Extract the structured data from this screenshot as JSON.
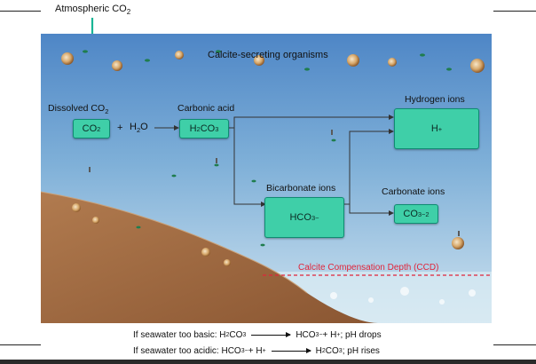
{
  "atmosphere": {
    "label": "Atmospheric CO",
    "sub": "2"
  },
  "organisms": {
    "label": "Calcite-secreting organisms"
  },
  "dissolved": {
    "label": "Dissolved CO",
    "sub": "2"
  },
  "carbonic": {
    "label": "Carbonic acid"
  },
  "hydrogen": {
    "label": "Hydrogen ions"
  },
  "bicarbonate": {
    "label": "Bicarbonate ions"
  },
  "carbonate": {
    "label": "Carbonate ions"
  },
  "boxes": {
    "co2": {
      "main": "CO",
      "sub": "2"
    },
    "h2co3": {
      "a": "H",
      "s1": "2",
      "b": "CO",
      "s2": "3"
    },
    "hplus": {
      "main": "H",
      "sup": "+"
    },
    "hco3": {
      "main": "HCO",
      "sub": "3",
      "sup": "−"
    },
    "co3": {
      "main": "CO",
      "sub": "3",
      "sup": "−2"
    }
  },
  "reaction": {
    "plus": "+",
    "water": {
      "a": "H",
      "s": "2",
      "b": "O"
    }
  },
  "ccd": {
    "label": "Calcite Compensation Depth (CCD)"
  },
  "equations": {
    "basic": {
      "prefix": "If seawater too basic: H",
      "s1": "2",
      "m1": "CO",
      "s2": "3",
      "r1": "HCO",
      "r1sub": "3",
      "r1sup": "−",
      "r2": " + H",
      "r2sup": "+",
      "tail": "; pH drops"
    },
    "acidic": {
      "prefix": "If seawater too acidic: HCO",
      "s1": "3",
      "sup1": "−",
      "m1": " + H",
      "sup2": "+",
      "r1": "H",
      "r1s1": "2",
      "r1m": "CO",
      "r1s2": "3",
      "tail": "; pH rises"
    }
  },
  "colors": {
    "water_top": "#4e86c6",
    "water_bottom": "#cfe3f0",
    "sediment": "#a86f43",
    "box_fill": "#3fcfa8",
    "ccd_line": "#e0243a",
    "arrow_green": "#19b596"
  }
}
